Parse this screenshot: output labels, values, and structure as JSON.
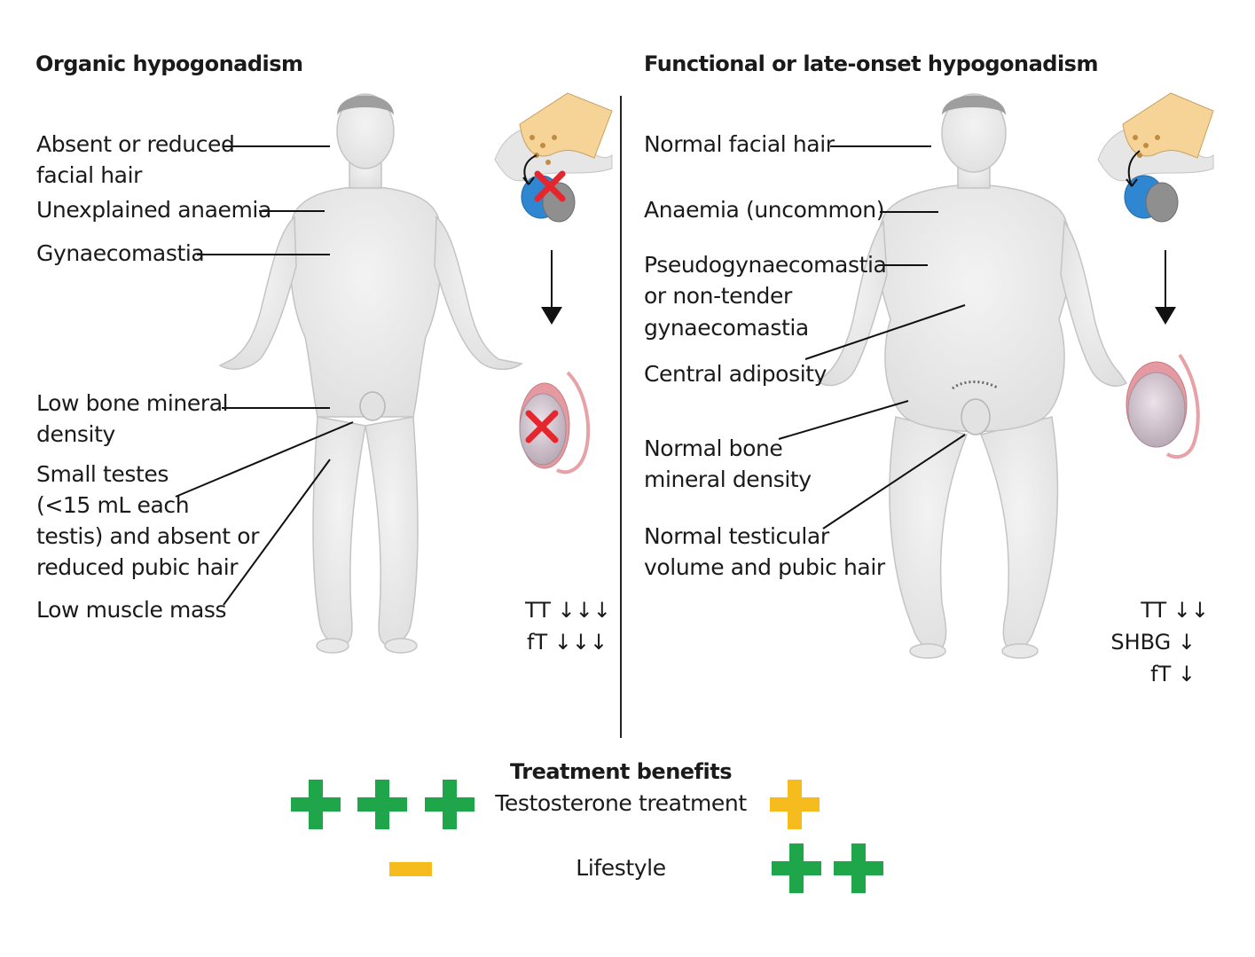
{
  "colors": {
    "green": "#1fa64a",
    "yellow": "#f6bb1c",
    "body_fill": "#ececec",
    "body_stroke": "#bdbdbd",
    "red_x": "#e5262c",
    "blue": "#2c8ad6",
    "testis_pink": "#e7a2a6"
  },
  "organic": {
    "title": "Organic hypogonadism",
    "labels": {
      "facial_hair_1": "Absent or reduced",
      "facial_hair_2": "facial hair",
      "anaemia": "Unexplained anaemia",
      "gynaecomastia": "Gynaecomastia",
      "bone_1": "Low bone mineral",
      "bone_2": "density",
      "testes_1": "Small testes",
      "testes_2": "(<15 mL each",
      "testes_3": "testis) and absent or",
      "testes_4": "reduced pubic hair",
      "muscle": "Low muscle mass"
    },
    "hormones": {
      "tt": "TT ↓↓↓",
      "ft": "fT ↓↓↓"
    }
  },
  "functional": {
    "title": "Functional or late-onset hypogonadism",
    "labels": {
      "facial_hair": "Normal facial hair",
      "anaemia": "Anaemia (uncommon)",
      "pseudo_1": "Pseudogynaecomastia",
      "pseudo_2": "or non-tender",
      "pseudo_3": "gynaecomastia",
      "adiposity": "Central adiposity",
      "bone_1": "Normal bone",
      "bone_2": "mineral density",
      "testes_1": "Normal testicular",
      "testes_2": "volume and pubic hair"
    },
    "hormones": {
      "tt": "TT ↓↓",
      "shbg": "SHBG ↓",
      "ft": "fT ↓"
    }
  },
  "treatment": {
    "title": "Treatment benefits",
    "testosterone_label": "Testosterone treatment",
    "lifestyle_label": "Lifestyle",
    "organic_testosterone": "+++",
    "functional_testosterone": "+",
    "organic_lifestyle": "−",
    "functional_lifestyle": "++"
  }
}
